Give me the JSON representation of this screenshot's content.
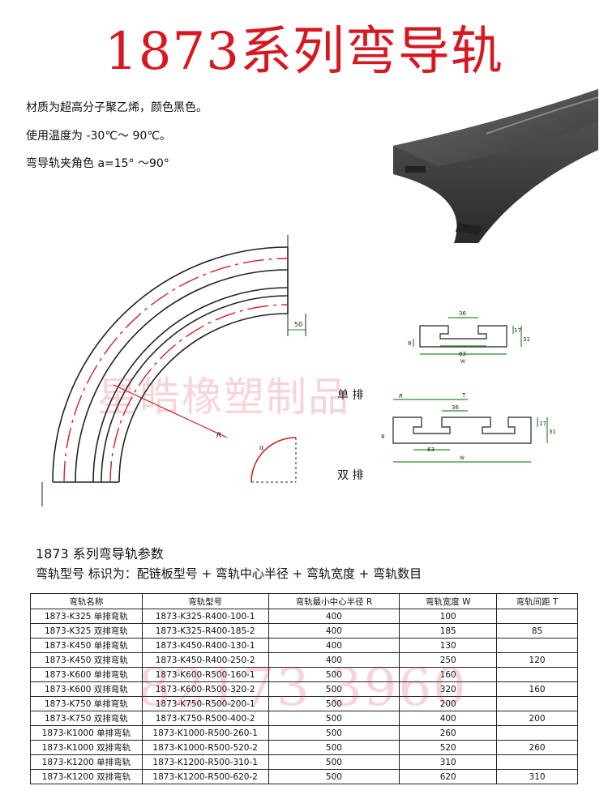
{
  "title": "1873系列弯导轨",
  "specs": [
    "材质为超高分子聚乙烯，颜色黑色。",
    "使用温度为 -30℃～ 90℃。",
    "弯导轨夹角色 a=15° ～90°"
  ],
  "drawing": {
    "dim_50": "50",
    "label_R": "R",
    "label_a": "α",
    "single_row_label": "单 排",
    "double_row_label": "双 排",
    "single": {
      "dim_36": "36",
      "dim_63": "63",
      "dim_17": "17",
      "dim_31": "31",
      "dim_8": "8",
      "dim_W": "W"
    },
    "double": {
      "dim_R": "R",
      "dim_T": "T",
      "dim_36": "36",
      "dim_63": "63",
      "dim_17": "17",
      "dim_31": "31",
      "dim_8": "8",
      "dim_W": "W"
    }
  },
  "watermark_text": "星皓橡塑制品",
  "watermark_phone": "82173 3960",
  "params_title": "1873 系列弯导轨参数",
  "params_subtitle": "弯轨型号 标识为：配链板型号 + 弯轨中心半径 + 弯轨宽度 + 弯轨数目",
  "table": {
    "headers": [
      "弯轨名称",
      "弯轨型号",
      "弯轨最小中心半径 R",
      "弯轨宽度 W",
      "弯轨间距 T"
    ],
    "rows": [
      [
        "1873-K325 单排弯轨",
        "1873-K325-R400-100-1",
        "400",
        "100",
        ""
      ],
      [
        "1873-K325 双排弯轨",
        "1873-K325-R400-185-2",
        "400",
        "185",
        "85"
      ],
      [
        "1873-K450 单排弯轨",
        "1873-K450-R400-130-1",
        "400",
        "130",
        ""
      ],
      [
        "1873-K450 双排弯轨",
        "1873-K450-R400-250-2",
        "400",
        "250",
        "120"
      ],
      [
        "1873-K600 单排弯轨",
        "1873-K600-R500-160-1",
        "500",
        "160",
        ""
      ],
      [
        "1873-K600 双排弯轨",
        "1873-K600-R500-320-2",
        "500",
        "320",
        "160"
      ],
      [
        "1873-K750 单排弯轨",
        "1873-K750-R500-200-1",
        "500",
        "200",
        ""
      ],
      [
        "1873-K750 双排弯轨",
        "1873-K750-R500-400-2",
        "500",
        "400",
        "200"
      ],
      [
        "1873-K1000 单排弯轨",
        "1873-K1000-R500-260-1",
        "500",
        "260",
        ""
      ],
      [
        "1873-K1000 双排弯轨",
        "1873-K1000-R500-520-2",
        "500",
        "520",
        "260"
      ],
      [
        "1873-K1200 单排弯轨",
        "1873-K1200-R500-310-1",
        "500",
        "310",
        ""
      ],
      [
        "1873-K1200 双排弯轨",
        "1873-K1200-R500-620-2",
        "500",
        "620",
        "310"
      ]
    ]
  }
}
